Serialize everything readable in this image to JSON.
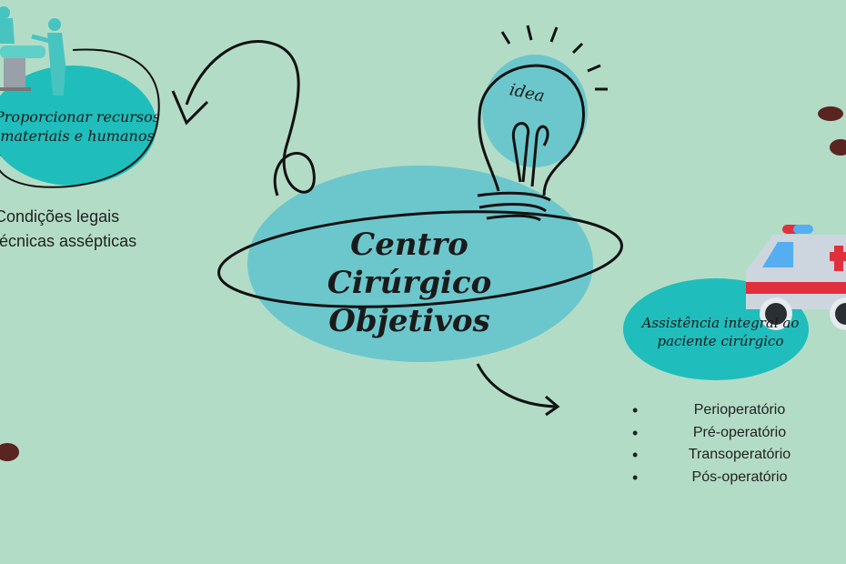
{
  "title": {
    "line1": "Centro Cirúrgico",
    "line2": "Objetivos"
  },
  "bulb_label": "idea",
  "node_resources": {
    "line1": "Proporcionar recursos",
    "line2": "materiais e humanos"
  },
  "resources_details": [
    "Condições legais",
    "técnicas assépticas"
  ],
  "node_patient": {
    "line1": "Assistência integral ao",
    "line2": "paciente cirúrgico"
  },
  "patient_phases": [
    "Perioperatório",
    "Pré-operatório",
    "Transoperatório",
    "Pós-operatório"
  ],
  "colors": {
    "background": "#b3dcc6",
    "teal": "#1fbdbb",
    "light_teal": "#6cc7cc",
    "dark_spot": "#5a2420"
  }
}
